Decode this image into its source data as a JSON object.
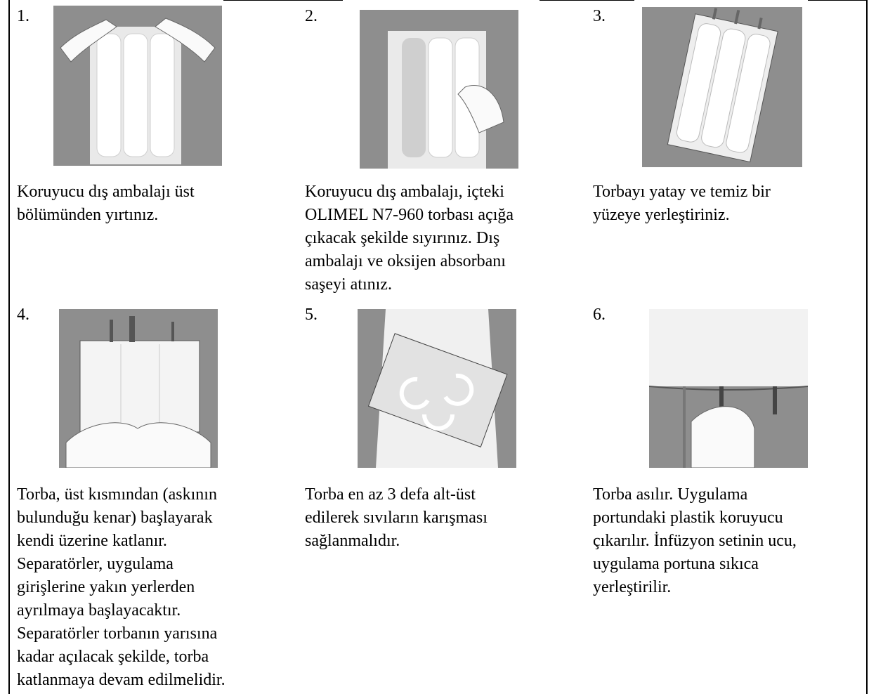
{
  "steps": [
    {
      "number": "1.",
      "illustration": "tear-outer-wrap-illustration",
      "text": "Koruyucu dış ambalajı üst\nbölümünden yırtınız."
    },
    {
      "number": "2.",
      "illustration": "peel-outer-wrap-illustration",
      "text": "Koruyucu dış ambalajı, içteki\nOLIMEL N7-960 torbası açığa\nçıkacak şekilde sıyırınız. Dış\nambalajı ve oksijen absorbanı\nsaşeyi atınız."
    },
    {
      "number": "3.",
      "illustration": "bag-flat-illustration",
      "text": "Torbayı yatay ve temiz bir\nyüzeye yerleştiriniz."
    },
    {
      "number": "4.",
      "illustration": "fold-bag-illustration",
      "text": "Torba, üst kısmından (askının\nbulunduğu kenar) başlayarak\nkendi üzerine katlanır.\nSeparatörler, uygulama\ngirişlerine yakın yerlerden\nayrılmaya başlayacaktır.\nSeparatörler torbanın yarısına\nkadar açılacak şekilde, torba\nkatlanmaya devam edilmelidir."
    },
    {
      "number": "5.",
      "illustration": "mix-bag-illustration",
      "text": "Torba en az 3 defa alt-üst\nedilerek sıvıların karışması\nsağlanmalıdır."
    },
    {
      "number": "6.",
      "illustration": "hang-bag-insert-set-illustration",
      "text": "Torba asılır. Uygulama\nportundaki plastik koruyucu\nçıkarılır. İnfüzyon setinin ucu,\nuygulama portuna sıkıca\nyerleştirilir."
    }
  ],
  "colors": {
    "panel_bg": "#8e8e8e",
    "panel_light": "#f2f2f2",
    "line": "#000000"
  }
}
